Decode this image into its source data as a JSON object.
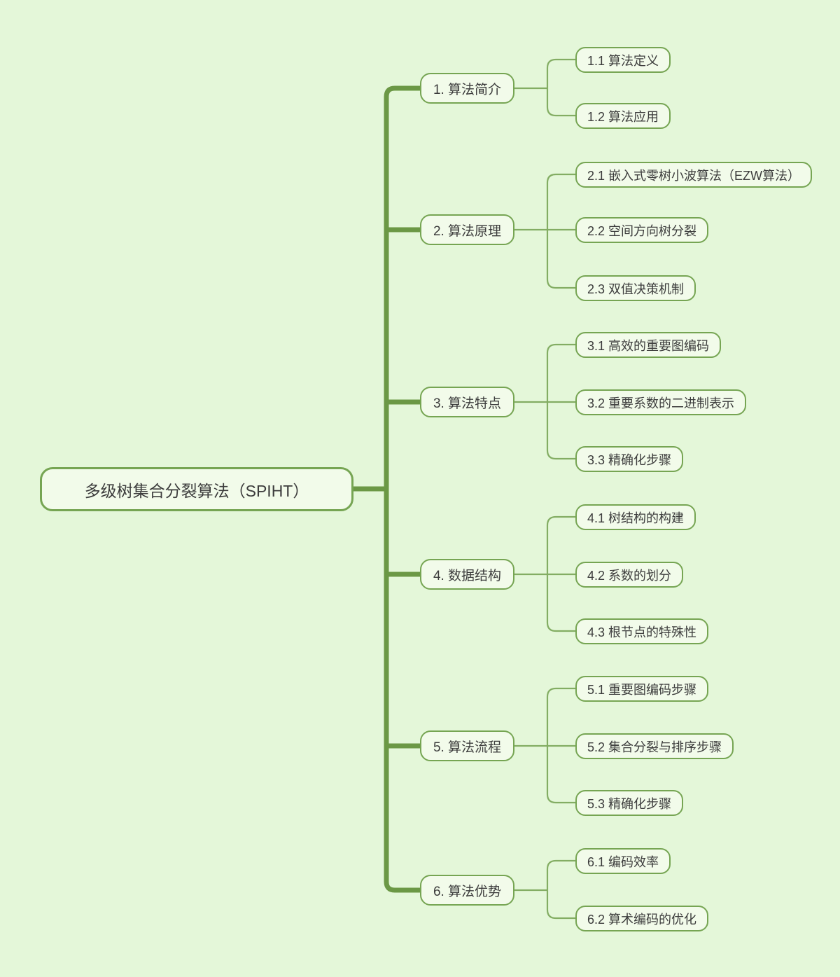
{
  "root": {
    "label": "多级树集合分裂算法（SPIHT）"
  },
  "branches": [
    {
      "label": "1. 算法简介",
      "children": [
        {
          "label": "1.1 算法定义"
        },
        {
          "label": "1.2 算法应用"
        }
      ]
    },
    {
      "label": "2. 算法原理",
      "children": [
        {
          "label": "2.1 嵌入式零树小波算法（EZW算法）"
        },
        {
          "label": "2.2 空间方向树分裂"
        },
        {
          "label": "2.3 双值决策机制"
        }
      ]
    },
    {
      "label": "3. 算法特点",
      "children": [
        {
          "label": "3.1 高效的重要图编码"
        },
        {
          "label": "3.2 重要系数的二进制表示"
        },
        {
          "label": "3.3 精确化步骤"
        }
      ]
    },
    {
      "label": "4. 数据结构",
      "children": [
        {
          "label": "4.1 树结构的构建"
        },
        {
          "label": "4.2 系数的划分"
        },
        {
          "label": "4.3 根节点的特殊性"
        }
      ]
    },
    {
      "label": "5. 算法流程",
      "children": [
        {
          "label": "5.1 重要图编码步骤"
        },
        {
          "label": "5.2 集合分裂与排序步骤"
        },
        {
          "label": "5.3 精确化步骤"
        }
      ]
    },
    {
      "label": "6. 算法优势",
      "children": [
        {
          "label": "6.1 编码效率"
        },
        {
          "label": "6.2 算术编码的优化"
        }
      ]
    }
  ],
  "colors": {
    "background": "#e4f7d9",
    "node_fill": "#f2fbea",
    "node_border": "#76a553",
    "trunk_connector": "#6b9845",
    "sub_connector": "#83ad63",
    "text": "#3c3c3c"
  }
}
